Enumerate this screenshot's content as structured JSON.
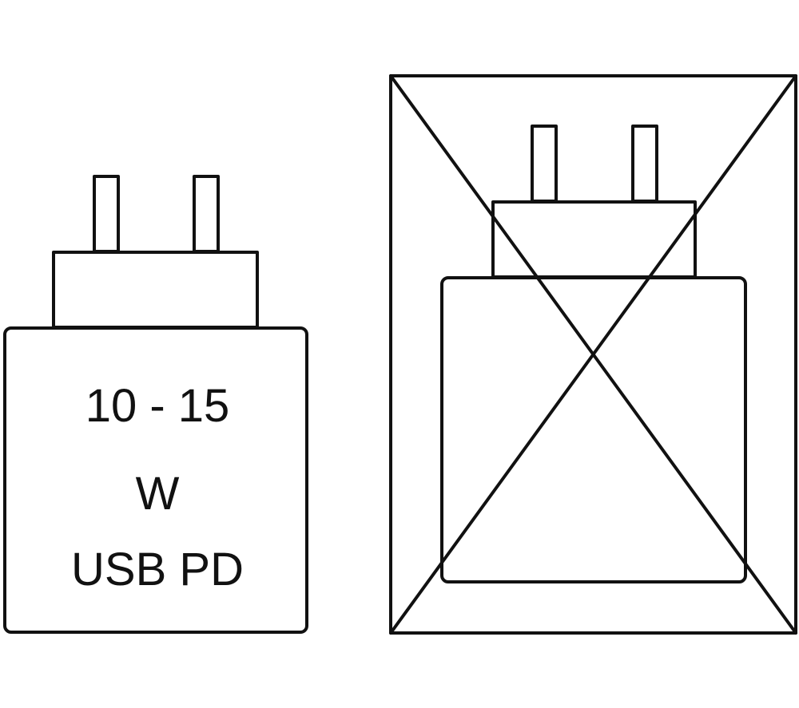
{
  "diagram": {
    "included_charger": {
      "power_range": "10 - 15",
      "unit": "W",
      "standard": "USB PD"
    },
    "excluded_charger": {
      "crossed_out": true
    },
    "stroke_color": "#111111",
    "background_color": "#ffffff"
  }
}
